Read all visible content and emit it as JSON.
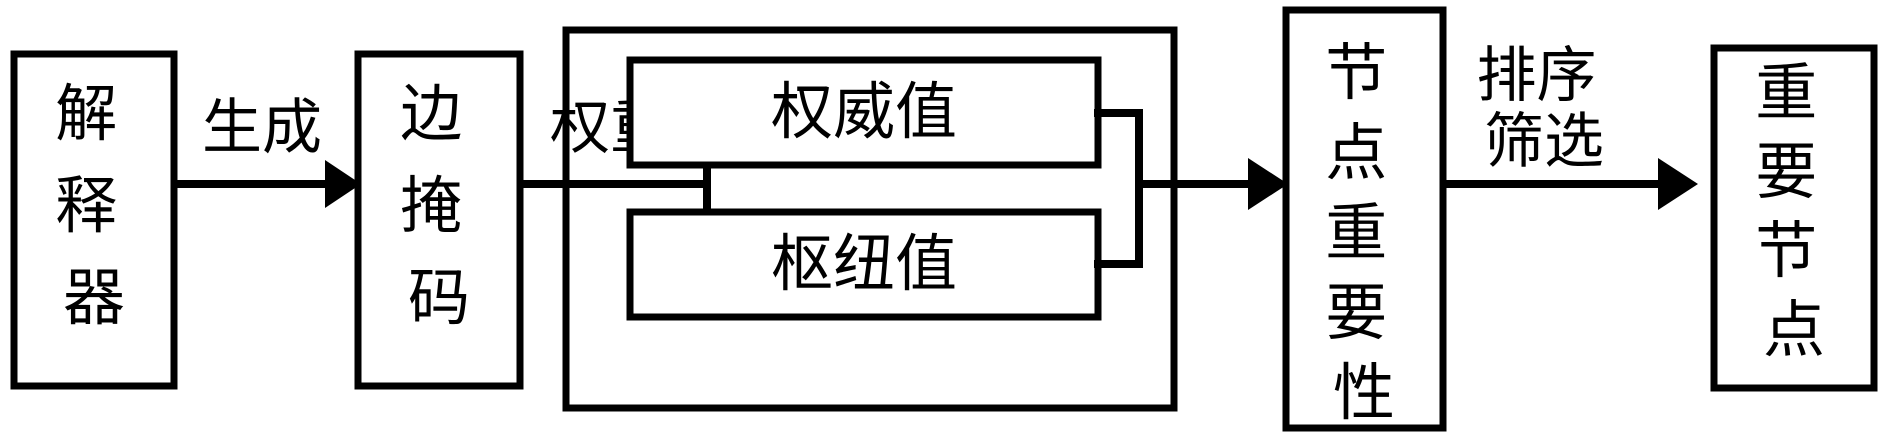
{
  "diagram": {
    "type": "flowchart",
    "orientation": "left-to-right",
    "background_color": "#ffffff",
    "line_color": "#000000",
    "nodes": [
      {
        "id": "interpreter",
        "label": "解释器",
        "chars": [
          "解",
          "释",
          "器"
        ],
        "text_direction": "vertical"
      },
      {
        "id": "edge-mask",
        "label": "边掩码",
        "chars": [
          "边",
          "掩",
          "码"
        ],
        "text_direction": "vertical"
      },
      {
        "id": "authority-value",
        "label": "权威值",
        "chars": [
          "权",
          "威",
          "值"
        ],
        "text_direction": "horizontal"
      },
      {
        "id": "hub-value",
        "label": "枢纽值",
        "chars": [
          "枢",
          "纽",
          "值"
        ],
        "text_direction": "horizontal"
      },
      {
        "id": "node-importance",
        "label": "节点重要性",
        "chars": [
          "节",
          "点",
          "重",
          "要",
          "性"
        ],
        "text_direction": "vertical"
      },
      {
        "id": "important-nodes",
        "label": "重要节点",
        "chars": [
          "重",
          "要",
          "节",
          "点"
        ],
        "text_direction": "vertical"
      }
    ],
    "edges": [
      {
        "id": "generate",
        "from": "interpreter",
        "to": "edge-mask",
        "label": "生成",
        "label_lines": [
          "生成"
        ]
      },
      {
        "id": "weight",
        "from": "edge-mask",
        "to": "hits-group",
        "label": "权重",
        "label_lines": [
          "权重"
        ]
      },
      {
        "id": "split-authority",
        "from": "weight-split",
        "to": "authority-value",
        "label": ""
      },
      {
        "id": "split-hub",
        "from": "weight-split",
        "to": "hub-value",
        "label": ""
      },
      {
        "id": "merge-to-importance",
        "from": "hits-group",
        "to": "node-importance",
        "label": ""
      },
      {
        "id": "rank-filter",
        "from": "node-importance",
        "to": "important-nodes",
        "label": "排序筛选",
        "label_lines": [
          "排序",
          "筛选"
        ]
      }
    ],
    "groups": [
      {
        "id": "hits-group",
        "label": "",
        "contains": [
          "authority-value",
          "hub-value"
        ]
      }
    ]
  }
}
